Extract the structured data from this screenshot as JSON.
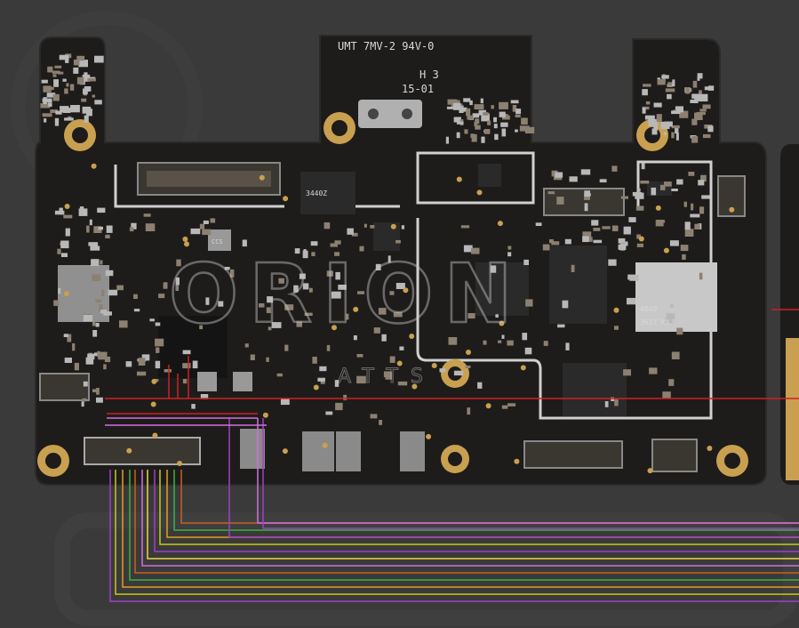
{
  "board": {
    "silkscreen_top": "UMT 7MV-2 94V-0",
    "silkscreen_code": "H 3",
    "silkscreen_date": "15-01"
  },
  "chips": {
    "left_pmic": "3440Z",
    "small_ic": "CCS",
    "right_soc": "4849",
    "right_soc_line2": "3617 MX"
  },
  "watermark": {
    "brand": "ORION",
    "tag": "ATTS"
  },
  "trace_colors": [
    "#a040c8",
    "#c8c820",
    "#e0a020",
    "#40b040",
    "#c86020",
    "#d070e0",
    "#e8d840"
  ]
}
